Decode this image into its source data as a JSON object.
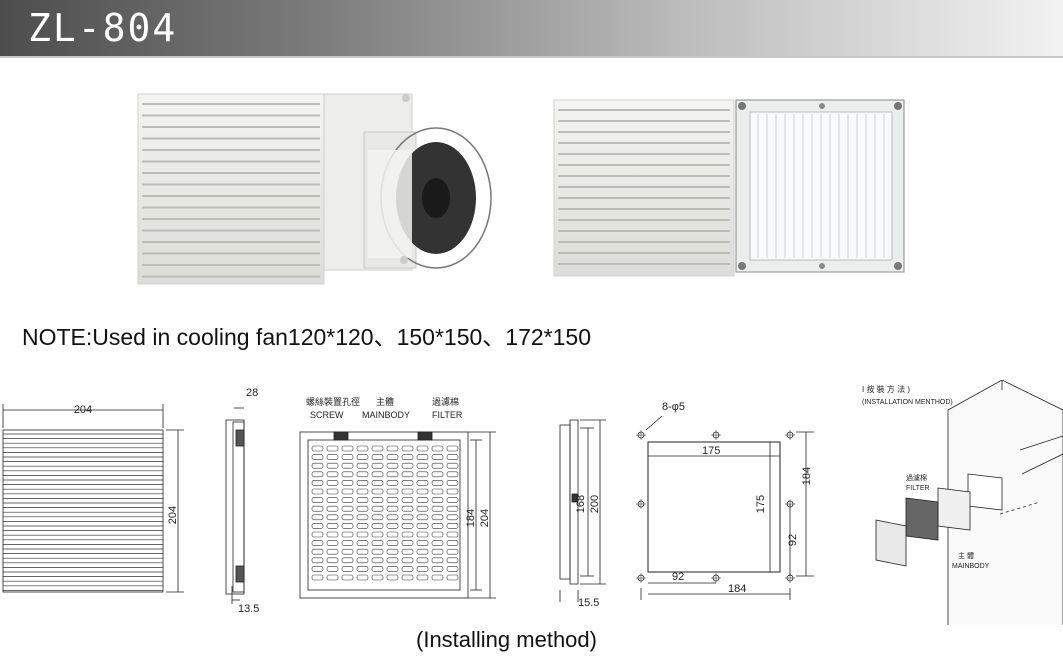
{
  "header": {
    "model": "ZL-804"
  },
  "note": "NOTE:Used in cooling fan120*120、150*150、172*150",
  "installing": "(Installing method)",
  "drawings": {
    "front_width": "204",
    "front_height": "204",
    "side_top": "28",
    "side_bottom": "13.5",
    "screw_cn": "螺絲裝置孔徑",
    "screw_en": "SCREW",
    "mainbody_cn": "主體",
    "mainbody_en": "MAINBODY",
    "filter_cn": "過濾棉",
    "filter_en": "FILTER",
    "grille_h1": "184",
    "grille_h2": "204",
    "side2_h1": "168",
    "side2_h2": "200",
    "side2_bottom": "15.5",
    "holes": "8-φ5",
    "cut_w": "175",
    "cut_h": "175",
    "cut_right": "184",
    "cut_92v": "92",
    "cut_92h": "92",
    "cut_184h": "184",
    "method_cn": "I 按 裝 方 法 )",
    "method_en": "(INSTALLATION MENTHOD)",
    "iso_filter_cn": "過濾棉",
    "iso_filter_en": "FILTER",
    "iso_main_cn": "主 體",
    "iso_main_en": "MAINBODY"
  }
}
